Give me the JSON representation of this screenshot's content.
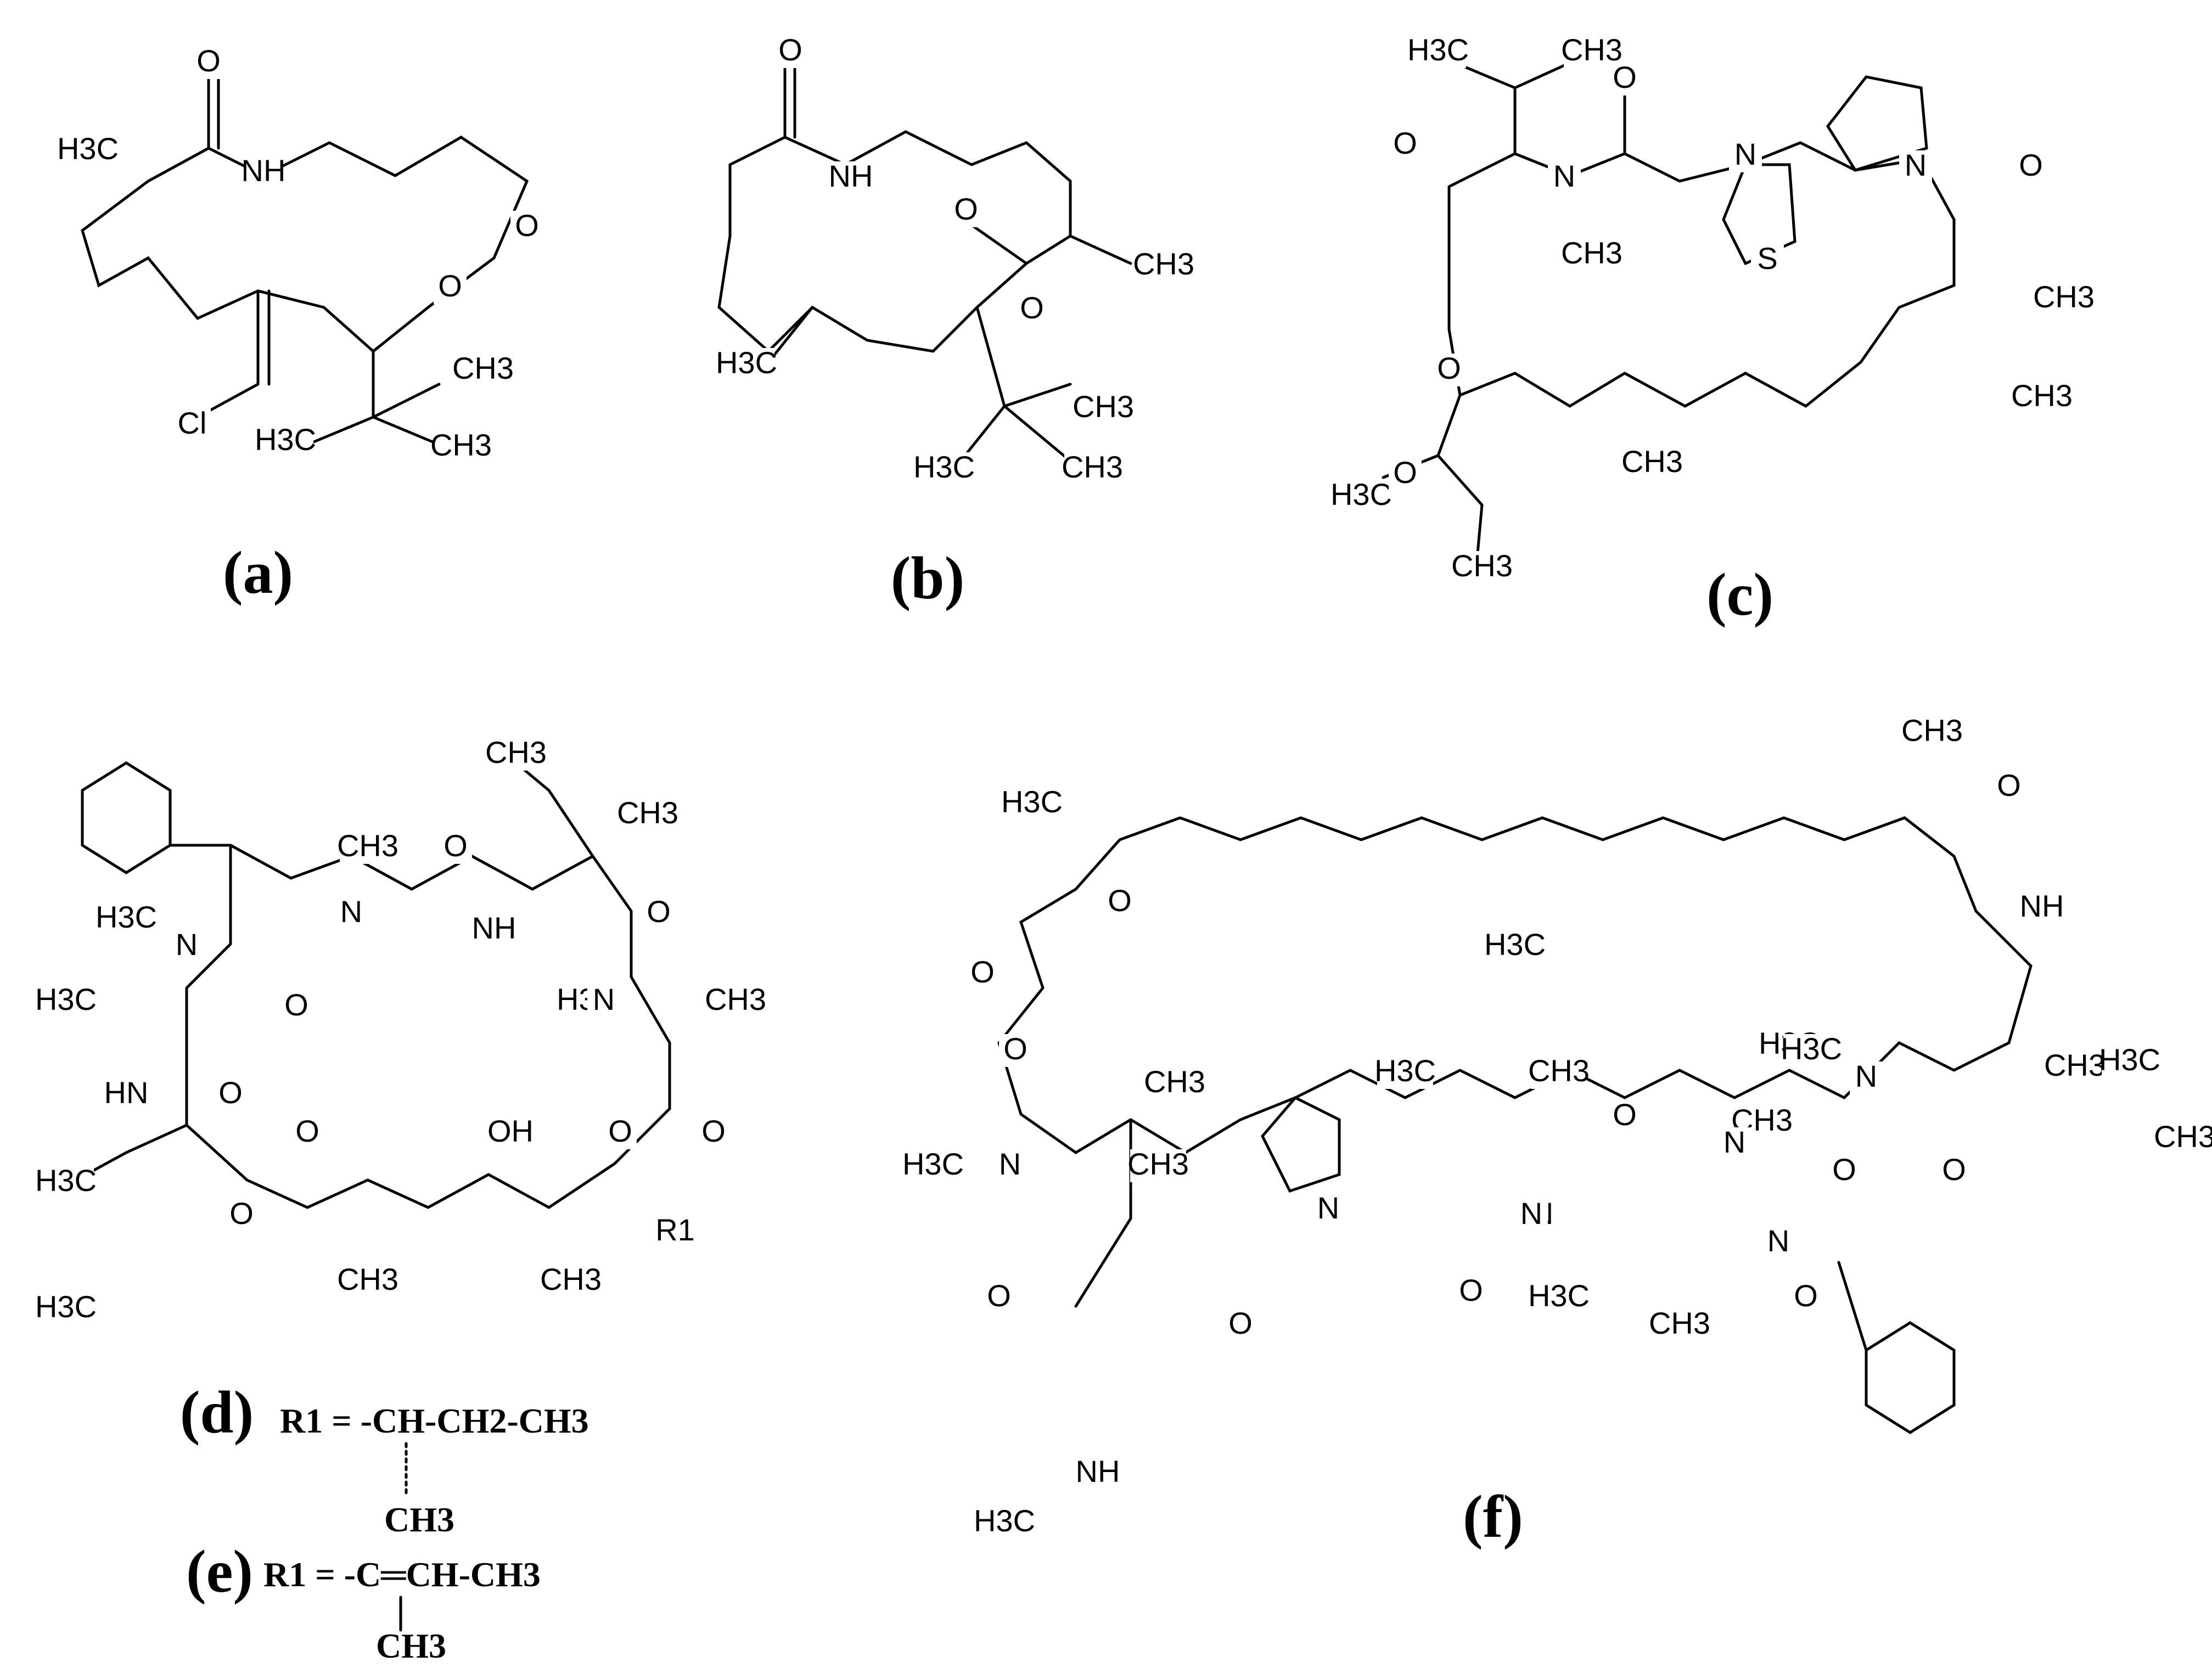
{
  "colors": {
    "ink": "#000000",
    "background": "#ffffff"
  },
  "panels": [
    {
      "id": "a",
      "label": "(a)",
      "atom_labels": [
        "O",
        "H3C",
        "NH",
        "O",
        "O",
        "CH3",
        "Cl",
        "H3C",
        "CH3"
      ],
      "bonds": []
    },
    {
      "id": "b",
      "label": "(b)",
      "atom_labels": [
        "O",
        "NH",
        "O",
        "O",
        "CH3",
        "H3C",
        "CH3",
        "H3C",
        "CH3"
      ],
      "bonds": []
    },
    {
      "id": "c",
      "label": "(c)",
      "atom_labels": [
        "H3C",
        "CH3",
        "O",
        "O",
        "N",
        "N",
        "CH3",
        "S",
        "N",
        "O",
        "CH3",
        "O",
        "CH3",
        "CH3",
        "H3C",
        "O",
        "CH3"
      ],
      "bonds": []
    },
    {
      "id": "d",
      "label": "(d)",
      "atom_labels": [
        "CH3",
        "CH3",
        "H3C",
        "N",
        "N",
        "O",
        "NH",
        "CH3",
        "O",
        "O",
        "H3C",
        "O",
        "N",
        "CH3",
        "H3C",
        "HN",
        "O",
        "O",
        "OH",
        "O",
        "O",
        "H3C",
        "O",
        "R1",
        "CH3",
        "CH3",
        "H3C"
      ],
      "bonds": []
    },
    {
      "id": "e",
      "label": "(e)",
      "atom_labels": [],
      "bonds": []
    },
    {
      "id": "f",
      "label": "(f)",
      "atom_labels": [
        "CH3",
        "H3C",
        "O",
        "O",
        "NH",
        "H3C",
        "O",
        "O",
        "CH3",
        "H3C",
        "N",
        "CH3",
        "H3C",
        "CH3",
        "H3C",
        "N",
        "O",
        "CH3",
        "H3C",
        "N",
        "CH3",
        "N",
        "O",
        "N",
        "O",
        "O",
        "N",
        "H3C",
        "CH3",
        "O",
        "O",
        "N",
        "O",
        "NH",
        "H3C",
        "H3C",
        "CH3"
      ],
      "bonds": []
    }
  ],
  "rgroups": [
    {
      "id": "r1-d",
      "text": "R1 = -CH-CH2-CH3",
      "substituent": "CH3"
    },
    {
      "id": "r1-e",
      "text": "R1 = -C═CH-CH3",
      "substituent": "CH3"
    }
  ]
}
